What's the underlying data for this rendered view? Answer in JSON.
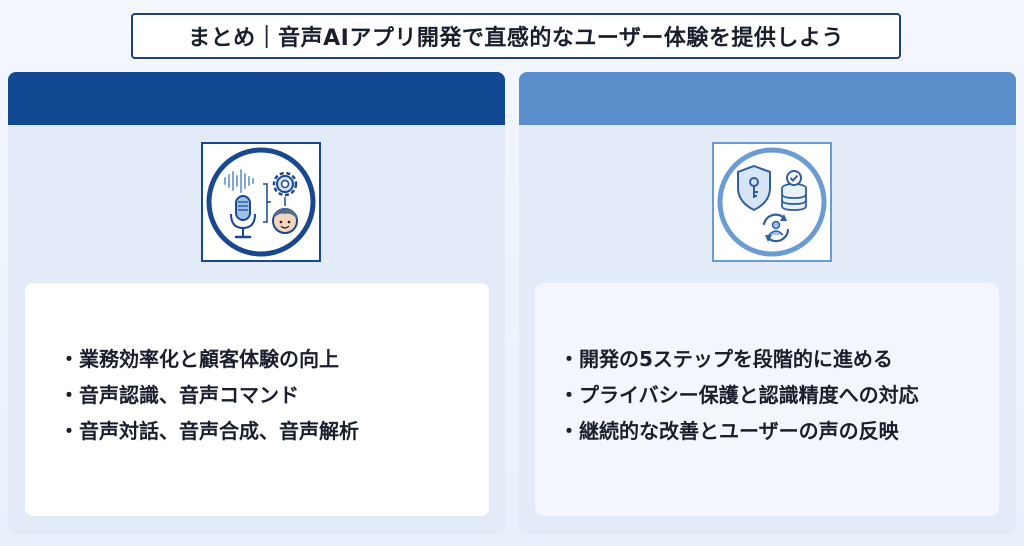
{
  "title": "まとめ｜音声AIアプリ開発で直感的なユーザー体験を提供しよう",
  "left_panel": {
    "icon": "voice-ai-icon",
    "items": [
      "・業務効率化と顧客体験の向上",
      "・音声認識、音声コマンド",
      "・音声対話、音声合成、音声解析"
    ]
  },
  "right_panel": {
    "icon": "security-privacy-icon",
    "items": [
      "・開発の5ステップを段階的に進める",
      "・プライバシー保護と認識精度への対応",
      "・継続的な改善とユーザーの声の反映"
    ]
  },
  "colors": {
    "dark_blue": "#134893",
    "light_blue": "#5a8fcc",
    "panel_bg": "#e3eaf8"
  }
}
